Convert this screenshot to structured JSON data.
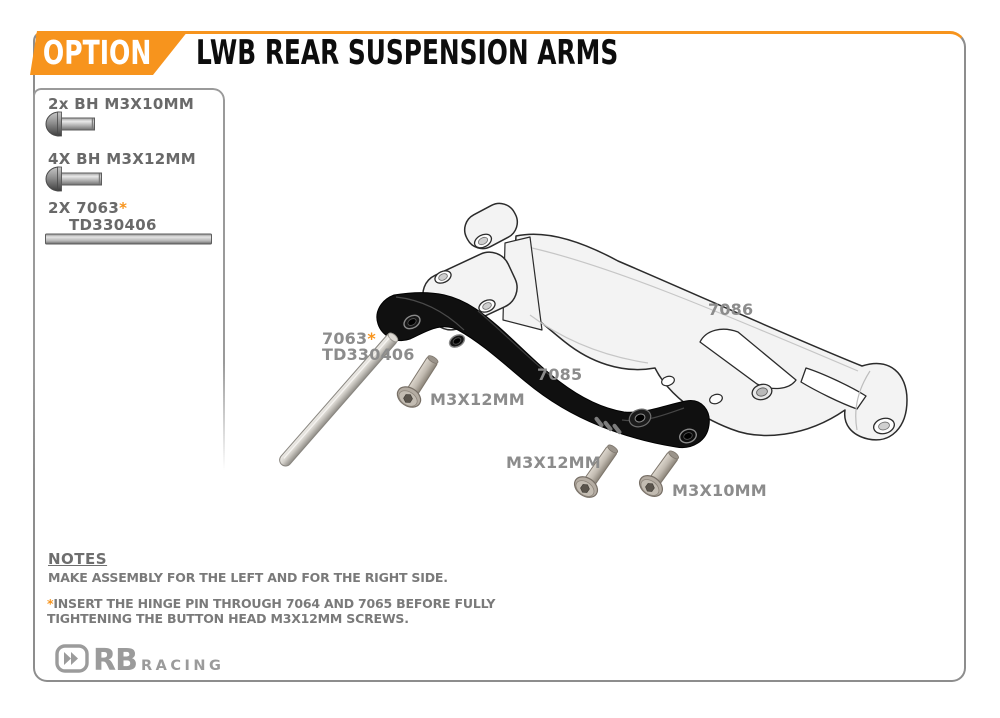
{
  "header": {
    "option_label": "OPTION",
    "title": "LWB REAR SUSPENSION ARMS"
  },
  "parts_list": {
    "items": [
      {
        "label": "2x BH M3X10MM",
        "icon": "button-head-screw-10mm"
      },
      {
        "label": "4X BH M3X12MM",
        "icon": "button-head-screw-12mm"
      },
      {
        "label": "2X 7063",
        "asterisk": "*",
        "sub_label": "TD330406",
        "icon": "hinge-pin"
      }
    ]
  },
  "diagram": {
    "labels": {
      "pin_number": "7063",
      "pin_asterisk": "*",
      "pin_sub": "TD330406",
      "screw_mid": "M3X12MM",
      "part_black": "7085",
      "part_silver": "7086",
      "screw_bottom_left": "M3X12MM",
      "screw_bottom_right": "M3X10MM"
    }
  },
  "notes": {
    "heading": "NOTES",
    "line1": "MAKE ASSEMBLY FOR THE LEFT AND FOR THE RIGHT SIDE.",
    "asterisk": "*",
    "line2a": "INSERT THE HINGE PIN THROUGH 7064 AND 7065 BEFORE FULLY",
    "line2b": "TIGHTENING THE BUTTON HEAD M3X12MM SCREWS."
  },
  "footer": {
    "brand": "RB",
    "brand_suffix": "RACING"
  },
  "colors": {
    "accent_orange": "#f7941d",
    "frame_gray": "#8d8d8d",
    "label_gray": "#8c8c8c",
    "parts_text_gray": "#696969",
    "notes_gray": "#7a7a7a",
    "part_black": "#101010",
    "part_silver": "#f3f3f3",
    "screw_beige": "#b4aca2",
    "pin_gray": "#c9c6c0"
  }
}
